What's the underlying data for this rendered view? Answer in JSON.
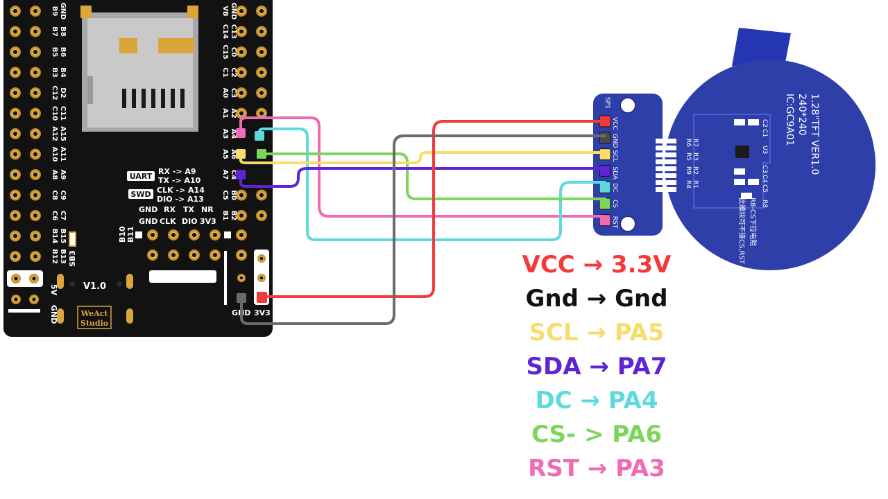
{
  "board": {
    "left_header": [
      [
        "B9",
        "GND"
      ],
      [
        "B7",
        "B8"
      ],
      [
        "B5",
        "B6"
      ],
      [
        "B3",
        "B4"
      ],
      [
        "C12",
        "D2"
      ],
      [
        "C10",
        "C11"
      ],
      [
        "A12",
        "A15"
      ],
      [
        "A10",
        "A11"
      ],
      [
        "A8",
        "A9"
      ],
      [
        "C8",
        "C9"
      ],
      [
        "C6",
        "C7"
      ],
      [
        "B14",
        "B15"
      ],
      [
        "B12",
        "B13"
      ]
    ],
    "right_header": [
      [
        "VB",
        "GND"
      ],
      [
        "C14",
        "C13"
      ],
      [
        "C15",
        "C0"
      ],
      [
        "C1",
        "C2"
      ],
      [
        "A0",
        "C3"
      ],
      [
        "A1",
        "A2"
      ],
      [
        "A3",
        "A4"
      ],
      [
        "A5",
        "A6"
      ],
      [
        "A7",
        "C4"
      ],
      [
        "C5",
        "B0"
      ],
      [
        "B1",
        "B2"
      ]
    ],
    "uart_tag": "UART",
    "uart_rx": "RX -> A9",
    "uart_tx": "TX -> A10",
    "swd_tag": "SWD",
    "swd_clk": "CLK -> A14",
    "swd_dio": "DIO -> A13",
    "bottom_row1": [
      "GND",
      "RX",
      "TX",
      "NR"
    ],
    "bottom_row2": [
      "GND",
      "CLK",
      "DIO",
      "3V3"
    ],
    "b10_b11": [
      "B10",
      "B11"
    ],
    "sb3": "SB3",
    "v1": "V1.0",
    "pwr_5v": "5V",
    "pwr_gnd": "GND",
    "brand_line1": "WeAct",
    "brand_line2": "Studio",
    "gnd_label": "GND",
    "v3_label": "3V3"
  },
  "display": {
    "line1": "1.28\"TFT VER1.0",
    "line2": "240*240",
    "line3": "IC:GC9A01",
    "pins": [
      "VCC",
      "GND",
      "SCL",
      "SDA",
      "DC",
      "CS",
      "RST"
    ],
    "sp1": "SP1",
    "resistor_labels": [
      "R6",
      "R7",
      "R5",
      "R3",
      "R9",
      "R2",
      "R4",
      "R1"
    ],
    "cap_labels": [
      "C2",
      "C1",
      "U3",
      "C3",
      "C4",
      "C5",
      "R8"
    ],
    "note1": "R8-CS下拉电阻",
    "note2": "此模块可不接CS,RST"
  },
  "connections": [
    {
      "text": "VCC → 3.3V",
      "color": "#f23a3a"
    },
    {
      "text": "Gnd → Gnd",
      "color": "#111111"
    },
    {
      "text": "SCL → PA5",
      "color": "#f7dd6b"
    },
    {
      "text": "SDA → PA7",
      "color": "#5f24d6"
    },
    {
      "text": "DC → PA4",
      "color": "#5ed9de"
    },
    {
      "text": "CS- > PA6",
      "color": "#7bd65b"
    },
    {
      "text": "RST → PA3",
      "color": "#f06ab4"
    }
  ],
  "colors": {
    "board": "#121212",
    "gold": "#d9a63a",
    "display_pcb": "#2e3faa",
    "display_pcb_dark": "#24318a",
    "ribbon": "#2436b4",
    "vcc": "#f23a3a",
    "gnd": "#6b6b6b",
    "scl": "#f7dd6b",
    "sda": "#5f24d6",
    "dc": "#5ed9de",
    "cs": "#7bd65b",
    "rst": "#f06ab4"
  }
}
